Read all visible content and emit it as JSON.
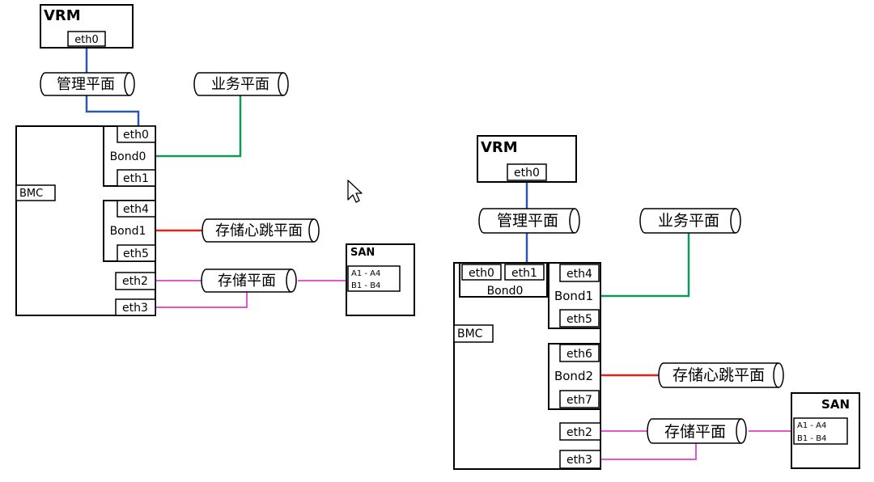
{
  "diagram_left": {
    "vrm": {
      "title": "VRM",
      "port": "eth0"
    },
    "mgmt_plane": "管理平面",
    "service_plane": "业务平面",
    "host": {
      "label": "BMC",
      "bond0": {
        "label": "Bond0",
        "ports": [
          "eth0",
          "eth1"
        ]
      },
      "bond1": {
        "label": "Bond1",
        "ports": [
          "eth4",
          "eth5"
        ]
      },
      "eth2": "eth2",
      "eth3": "eth3"
    },
    "heartbeat_plane": "存储心跳平面",
    "storage_plane": "存储平面",
    "san": {
      "title": "SAN",
      "line1": "A1 - A4",
      "line2": "B1 - B4"
    }
  },
  "diagram_right": {
    "vrm": {
      "title": "VRM",
      "port": "eth0"
    },
    "mgmt_plane": "管理平面",
    "service_plane": "业务平面",
    "host": {
      "label": "BMC",
      "bond0": {
        "label": "Bond0",
        "ports": [
          "eth0",
          "eth1"
        ]
      },
      "bond1": {
        "label": "Bond1",
        "ports": [
          "eth4",
          "eth5"
        ]
      },
      "bond2": {
        "label": "Bond2",
        "ports": [
          "eth6",
          "eth7"
        ]
      },
      "eth2": "eth2",
      "eth3": "eth3"
    },
    "heartbeat_plane": "存储心跳平面",
    "storage_plane": "存储平面",
    "san": {
      "title": "SAN",
      "line1": "A1 - A4",
      "line2": "B1 - B4"
    }
  },
  "colors": {
    "management_link": "#2a5ab0",
    "service_link": "#0f9a55",
    "heartbeat_link": "#e0231b",
    "storage_link": "#e455d0",
    "stroke": "#000000"
  },
  "icons": {
    "cursor": "mouse-pointer-icon"
  }
}
